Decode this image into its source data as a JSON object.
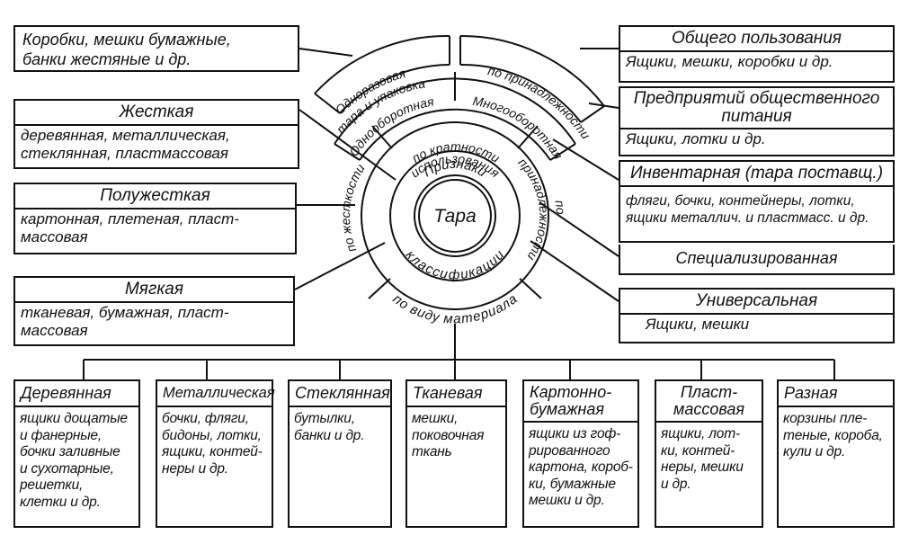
{
  "center": {
    "title": "Тара",
    "ring_inner": [
      "Признаки",
      "классификации"
    ]
  },
  "criteria": {
    "multiplicity": [
      "по кратности",
      "использования"
    ],
    "rigidity": [
      "по жесткости"
    ],
    "ownership": [
      "по",
      "принадлежности"
    ],
    "material": [
      "по виду материала"
    ]
  },
  "multiplicity_types": {
    "single": "Однооборотная",
    "multi": "Многооборотная"
  },
  "outer_labels": {
    "disposable": [
      "Одноразовая",
      "тара и упаковка"
    ],
    "ownership": "по принадлежности"
  },
  "left": {
    "disposable_examples": "Коробки, мешки бумажные,\nбанки жестяные и др.",
    "rigid": {
      "title": "Жесткая",
      "desc": "деревянная, металлическая,\nстеклянная, пластмассовая"
    },
    "semi_rigid": {
      "title": "Полужесткая",
      "desc": "картонная, плетеная, пласт-\nмассовая"
    },
    "soft": {
      "title": "Мягкая",
      "desc": "тканевая, бумажная, пласт-\nмассовая"
    }
  },
  "right": {
    "general": {
      "title": "Общего пользования",
      "desc": "Ящики, мешки, коробки и др."
    },
    "catering": {
      "title": "Предприятий общественного\nпитания",
      "desc": "Ящики, лотки и др."
    },
    "inventory": {
      "title": "Инвентарная (тара поставщ.)",
      "desc": "фляги, бочки, контейнеры, лотки,\nящики металлич. и пластмасс. и др."
    },
    "specialized": "Специализированная",
    "universal": {
      "title": "Универсальная",
      "desc": "Ящики, мешки"
    }
  },
  "materials": [
    {
      "title": "Деревянная",
      "desc": "ящики дощатые\nи фанерные,\nбочки заливные\nи сухотарные,\nрешетки,\nклетки и др."
    },
    {
      "title": "Металлическая",
      "desc": "бочки, фляги,\nбидоны, лотки,\nящики, контей-\nнеры и др."
    },
    {
      "title": "Стеклянная",
      "desc": "бутылки,\nбанки и др."
    },
    {
      "title": "Тканевая",
      "desc": "мешки,\nпоковочная\nткань"
    },
    {
      "title": "Картонно-\nбумажная",
      "desc": "ящики из гоф-\nрированного\nкартона, короб-\nки, бумажные\nмешки и др."
    },
    {
      "title": "Пласт-\nмассовая",
      "desc": "ящики, лот-\nки, контей-\nнеры, мешки\nи др."
    },
    {
      "title": "Разная",
      "desc": "корзины пле-\nтеные, короба,\nкули и др."
    }
  ]
}
